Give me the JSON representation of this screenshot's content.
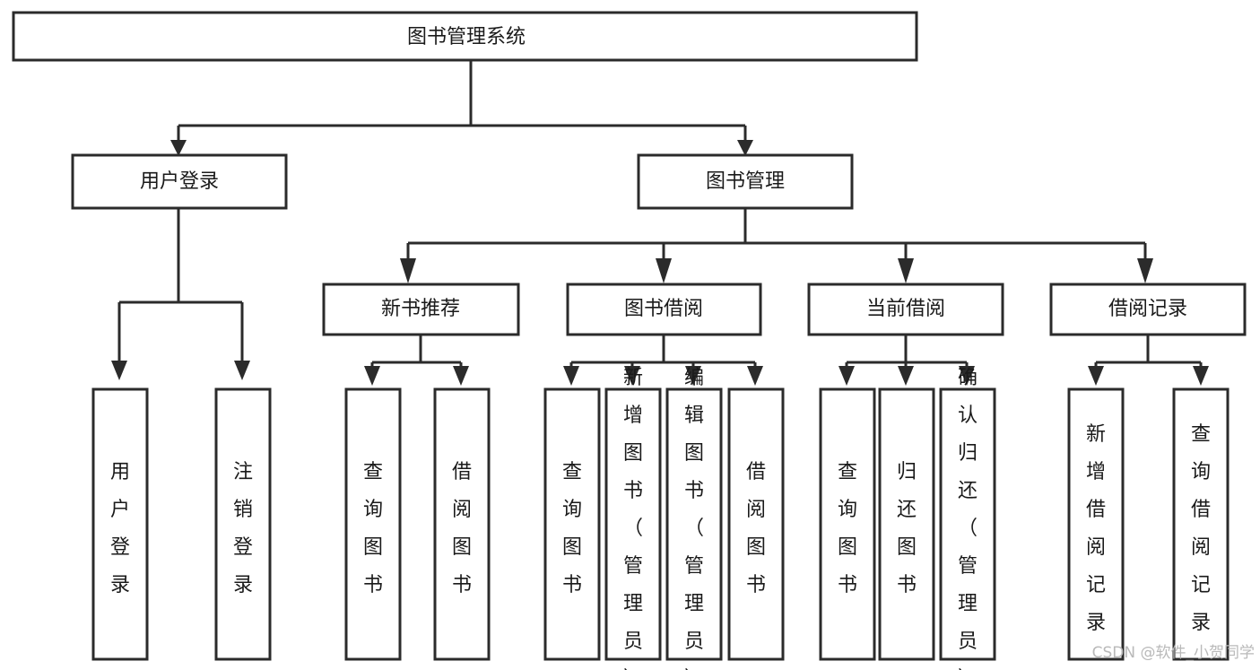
{
  "diagram": {
    "title": "图书管理系统",
    "type": "tree-hierarchy",
    "root": {
      "id": "root",
      "label": "图书管理系统"
    },
    "level2": [
      {
        "id": "user-login",
        "label": "用户登录"
      },
      {
        "id": "book-management",
        "label": "图书管理"
      }
    ],
    "level3": [
      {
        "id": "new-book-recommend",
        "label": "新书推荐",
        "parent": "book-management"
      },
      {
        "id": "book-borrow",
        "label": "图书借阅",
        "parent": "book-management"
      },
      {
        "id": "current-borrow",
        "label": "当前借阅",
        "parent": "book-management"
      },
      {
        "id": "borrow-record",
        "label": "借阅记录",
        "parent": "book-management"
      }
    ],
    "leaves": {
      "user-login": [
        {
          "id": "leaf-user-login",
          "label": "用户登录"
        },
        {
          "id": "leaf-user-logout",
          "label": "注销登录"
        }
      ],
      "new-book-recommend": [
        {
          "id": "leaf-query-book-1",
          "label": "查询图书"
        },
        {
          "id": "leaf-borrow-book-1",
          "label": "借阅图书"
        }
      ],
      "book-borrow": [
        {
          "id": "leaf-query-book-2",
          "label": "查询图书"
        },
        {
          "id": "leaf-add-book",
          "label": "新增图书（管理员）"
        },
        {
          "id": "leaf-edit-book",
          "label": "编辑图书（管理员）"
        },
        {
          "id": "leaf-borrow-book-2",
          "label": "借阅图书"
        }
      ],
      "current-borrow": [
        {
          "id": "leaf-query-book-3",
          "label": "查询图书"
        },
        {
          "id": "leaf-return-book",
          "label": "归还图书"
        },
        {
          "id": "leaf-confirm-return",
          "label": "确认归还（管理员）"
        }
      ],
      "borrow-record": [
        {
          "id": "leaf-add-record",
          "label": "新增借阅记录"
        },
        {
          "id": "leaf-query-record",
          "label": "查询借阅记录"
        }
      ]
    },
    "colors": {
      "box_stroke": "#2b2b2b",
      "box_fill": "#ffffff",
      "connector": "#2b2b2b",
      "text": "#1a1a1a",
      "background": "#ffffff",
      "watermark": "#b9b9b9"
    }
  },
  "watermark": {
    "text": "CSDN @软件_小贺同学"
  }
}
